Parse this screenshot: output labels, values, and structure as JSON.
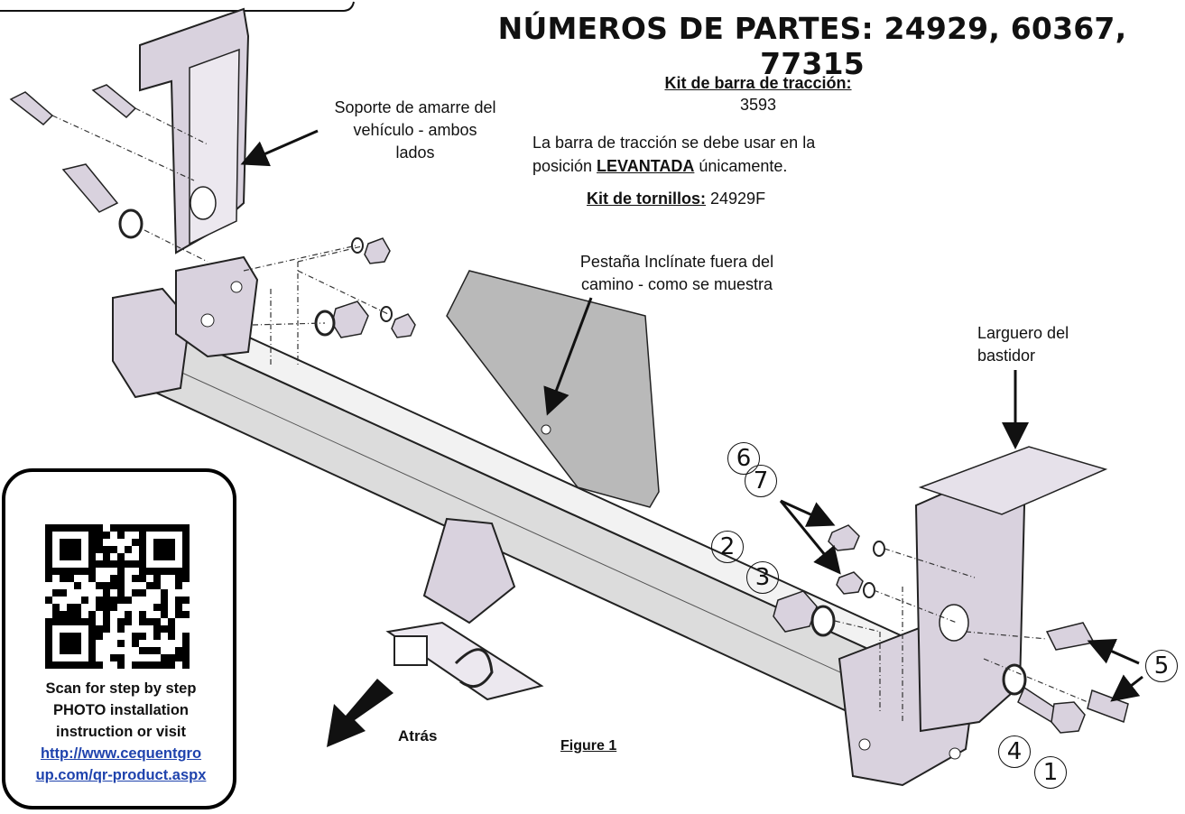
{
  "title": "NÚMEROS DE PARTES: 24929, 60367, 77315",
  "kit_drawbar": {
    "label": "Kit de barra de tracción:",
    "value": "3593"
  },
  "drawbar_note": {
    "line1": "La barra de tracción se debe usar en la",
    "line2_prefix": "posición ",
    "line2_emph": "LEVANTADA",
    "line2_suffix": " únicamente."
  },
  "kit_bolts": {
    "label": "Kit de tornillos:",
    "value": "24929F"
  },
  "callouts": {
    "tiedown": [
      "Soporte de amarre del",
      "vehículo - ambos",
      "lados"
    ],
    "tab": [
      "Pestaña Inclínate fuera del",
      "camino - como se muestra"
    ],
    "frame": [
      "Larguero del",
      "bastidor"
    ],
    "back": "Atrás",
    "figure": "Figure 1"
  },
  "part_numbers": [
    "6",
    "7",
    "2",
    "3",
    "5",
    "4",
    "1"
  ],
  "qr": {
    "text": [
      "Scan for step by step",
      "PHOTO installation",
      "instruction or visit"
    ],
    "link_line1": "http://www.cequentgro",
    "link_line2": "up.com/qr-product.aspx",
    "colors": {
      "link": "#1f43ad",
      "dark": "#000000"
    }
  },
  "colors": {
    "part_fill": "#d9d2de",
    "line": "#222222",
    "gray_panel": "#b9b9b9"
  }
}
